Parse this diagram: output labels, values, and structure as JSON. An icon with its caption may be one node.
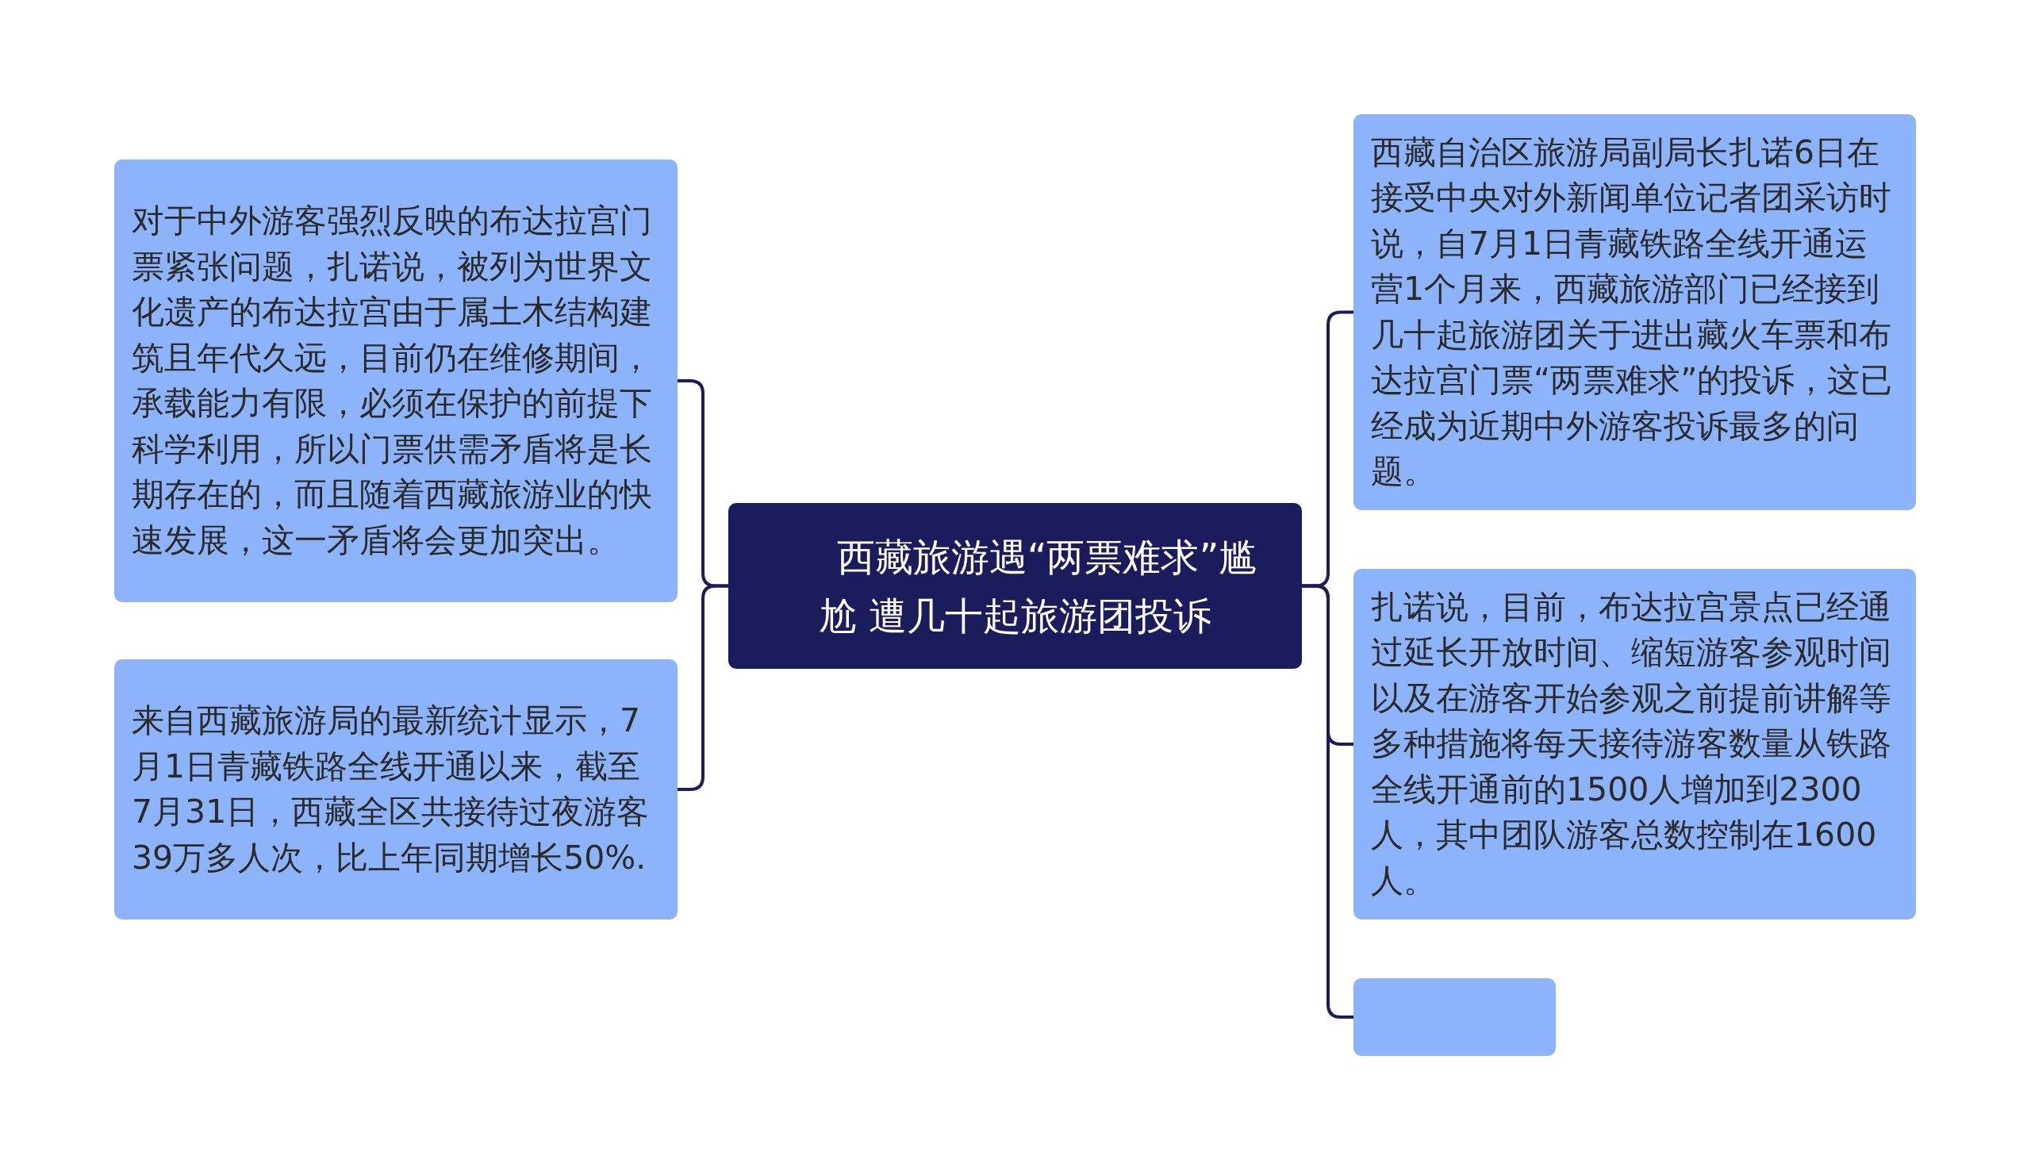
{
  "diagram": {
    "nodes": [
      {
        "text": [
          "西藏旅游遇“两票难求”尴尬 遭几十起旅游团投诉"
        ]
      },
      {
        "text": [
          "对于中外游客强烈反映的布达拉宫门票紧张问题，扎诺说，被列为世界文化遗产的布达拉宫由于属土木结构建筑且年代久远，目前仍在维修期间，承载能力有限，必须在保护的前提下科学利用，所以门票供需矛盾将是长期存在的，而且随着西藏旅游业的快速发展，这一矛盾将会更加突出。"
        ]
      },
      {
        "text": [
          "来自西藏旅游局的最新统计显示，7月1日青藏铁路全线开通以来，截至7月31日，西藏全区共接待过夜游客39万多人次，比上年同期增长50%."
        ]
      },
      {
        "text": [
          "西藏自治区旅游局副局长扎诺6日在接受中央对外新闻单位记者团采访时说，自7月1日青藏铁路全线开通运营1个月来，西藏旅游部门已经接到几十起旅游团关于进出藏火车票和布达拉宫门票“两票难求”的投诉，这已经成为近期中外游客投诉最多的问题。"
        ]
      },
      {
        "text": [
          "扎诺说，目前，布达拉宫景点已经通过延长开放时间、缩短游客参观时间以及在游客开始参观之前提前讲解等多种措施将每天接待游客数量从铁路全线开通前的1500人增加到2300人，其中团队游客总数控制在1600人。"
        ]
      },
      {
        "text": [],
        "shape": "box"
      }
    ],
    "edges": [
      {
        "from": 0,
        "to": 1,
        "arrow": "none"
      },
      {
        "from": 0,
        "to": 2,
        "arrow": "none"
      },
      {
        "from": 0,
        "to": 3,
        "arrow": "none"
      },
      {
        "from": 0,
        "to": 4,
        "arrow": "none"
      },
      {
        "from": 0,
        "to": 5,
        "arrow": "none"
      }
    ]
  }
}
